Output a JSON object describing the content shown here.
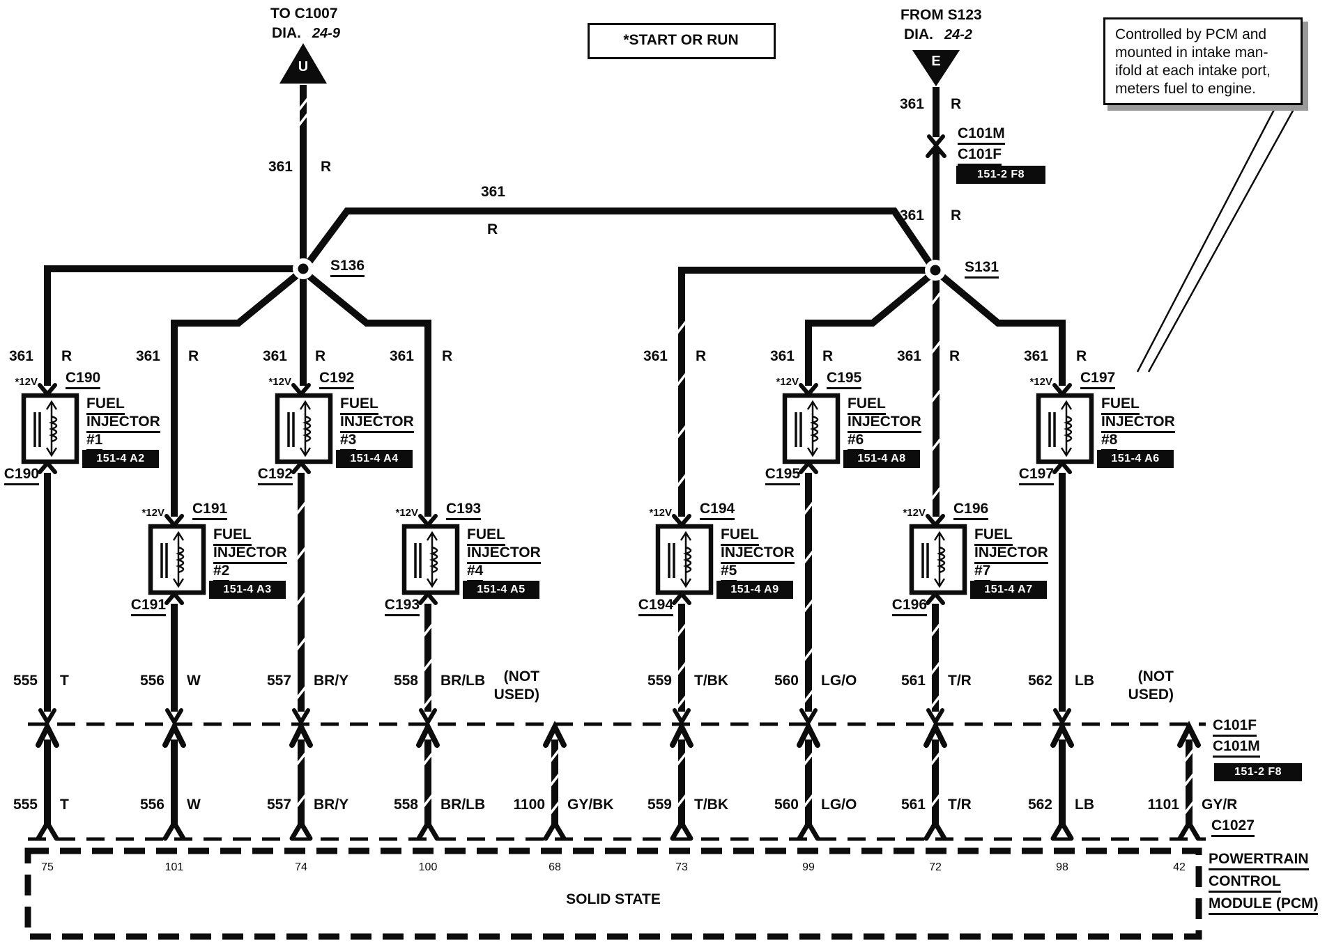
{
  "refs": {
    "top_left": {
      "title": "TO C1007",
      "dia": "DIA.",
      "dia_num": "24-9",
      "letter": "U"
    },
    "top_right": {
      "title": "FROM S123",
      "dia": "DIA.",
      "dia_num": "24-2",
      "letter": "E"
    }
  },
  "start_or_run": "*START OR RUN",
  "callout": {
    "line1": "Controlled by PCM and",
    "line2": "mounted in intake man-",
    "line3": "ifold at each intake port,",
    "line4": "meters fuel to engine."
  },
  "splices": {
    "left": "S136",
    "right": "S131"
  },
  "bus": {
    "circuit": "361",
    "color": "R"
  },
  "top_connector": {
    "label1": "C101M",
    "label2": "C101F",
    "code": "151-2 F8",
    "circuit": "361",
    "color": "R"
  },
  "injectors": [
    {
      "circuit": "361",
      "color": "R",
      "v12": "*12V",
      "connector": "C190",
      "line1": "FUEL",
      "line2": "INJECTOR",
      "line3": "#1",
      "code": "151-4 A2"
    },
    {
      "circuit": "361",
      "color": "R",
      "v12": "*12V",
      "connector": "C191",
      "line1": "FUEL",
      "line2": "INJECTOR",
      "line3": "#2",
      "code": "151-4 A3"
    },
    {
      "circuit": "361",
      "color": "R",
      "v12": "*12V",
      "connector": "C192",
      "line1": "FUEL",
      "line2": "INJECTOR",
      "line3": "#3",
      "code": "151-4 A4"
    },
    {
      "circuit": "361",
      "color": "R",
      "v12": "*12V",
      "connector": "C193",
      "line1": "FUEL",
      "line2": "INJECTOR",
      "line3": "#4",
      "code": "151-4 A5"
    },
    {
      "circuit": "361",
      "color": "R",
      "v12": "*12V",
      "connector": "C194",
      "line1": "FUEL",
      "line2": "INJECTOR",
      "line3": "#5",
      "code": "151-4 A9"
    },
    {
      "circuit": "361",
      "color": "R",
      "v12": "*12V",
      "connector": "C195",
      "line1": "FUEL",
      "line2": "INJECTOR",
      "line3": "#6",
      "code": "151-4 A8"
    },
    {
      "circuit": "361",
      "color": "R",
      "v12": "*12V",
      "connector": "C196",
      "line1": "FUEL",
      "line2": "INJECTOR",
      "line3": "#7",
      "code": "151-4 A7"
    },
    {
      "circuit": "361",
      "color": "R",
      "v12": "*12V",
      "connector": "C197",
      "line1": "FUEL",
      "line2": "INJECTOR",
      "line3": "#8",
      "code": "151-4 A6"
    }
  ],
  "not_used": {
    "line1": "(NOT",
    "line2": "USED)"
  },
  "row1": [
    {
      "num": "555",
      "color": "T"
    },
    {
      "num": "556",
      "color": "W"
    },
    {
      "num": "557",
      "color": "BR/Y"
    },
    {
      "num": "558",
      "color": "BR/LB"
    },
    {
      "num": "559",
      "color": "T/BK"
    },
    {
      "num": "560",
      "color": "LG/O"
    },
    {
      "num": "561",
      "color": "T/R"
    },
    {
      "num": "562",
      "color": "LB"
    }
  ],
  "row2": [
    {
      "num": "555",
      "color": "T"
    },
    {
      "num": "556",
      "color": "W"
    },
    {
      "num": "557",
      "color": "BR/Y"
    },
    {
      "num": "558",
      "color": "BR/LB"
    },
    {
      "num": "1100",
      "color": "GY/BK"
    },
    {
      "num": "559",
      "color": "T/BK"
    },
    {
      "num": "560",
      "color": "LG/O"
    },
    {
      "num": "561",
      "color": "T/R"
    },
    {
      "num": "562",
      "color": "LB"
    },
    {
      "num": "1101",
      "color": "GY/R"
    }
  ],
  "bottom_connector": {
    "label1": "C101F",
    "label2": "C101M",
    "code": "151-2 F8",
    "id": "C1027"
  },
  "pcm": {
    "pins": [
      "75",
      "101",
      "74",
      "100",
      "68",
      "73",
      "99",
      "72",
      "98",
      "42"
    ],
    "solid_state": "SOLID STATE",
    "name1": "POWERTRAIN",
    "name2": "CONTROL",
    "name3": "MODULE (PCM)"
  }
}
